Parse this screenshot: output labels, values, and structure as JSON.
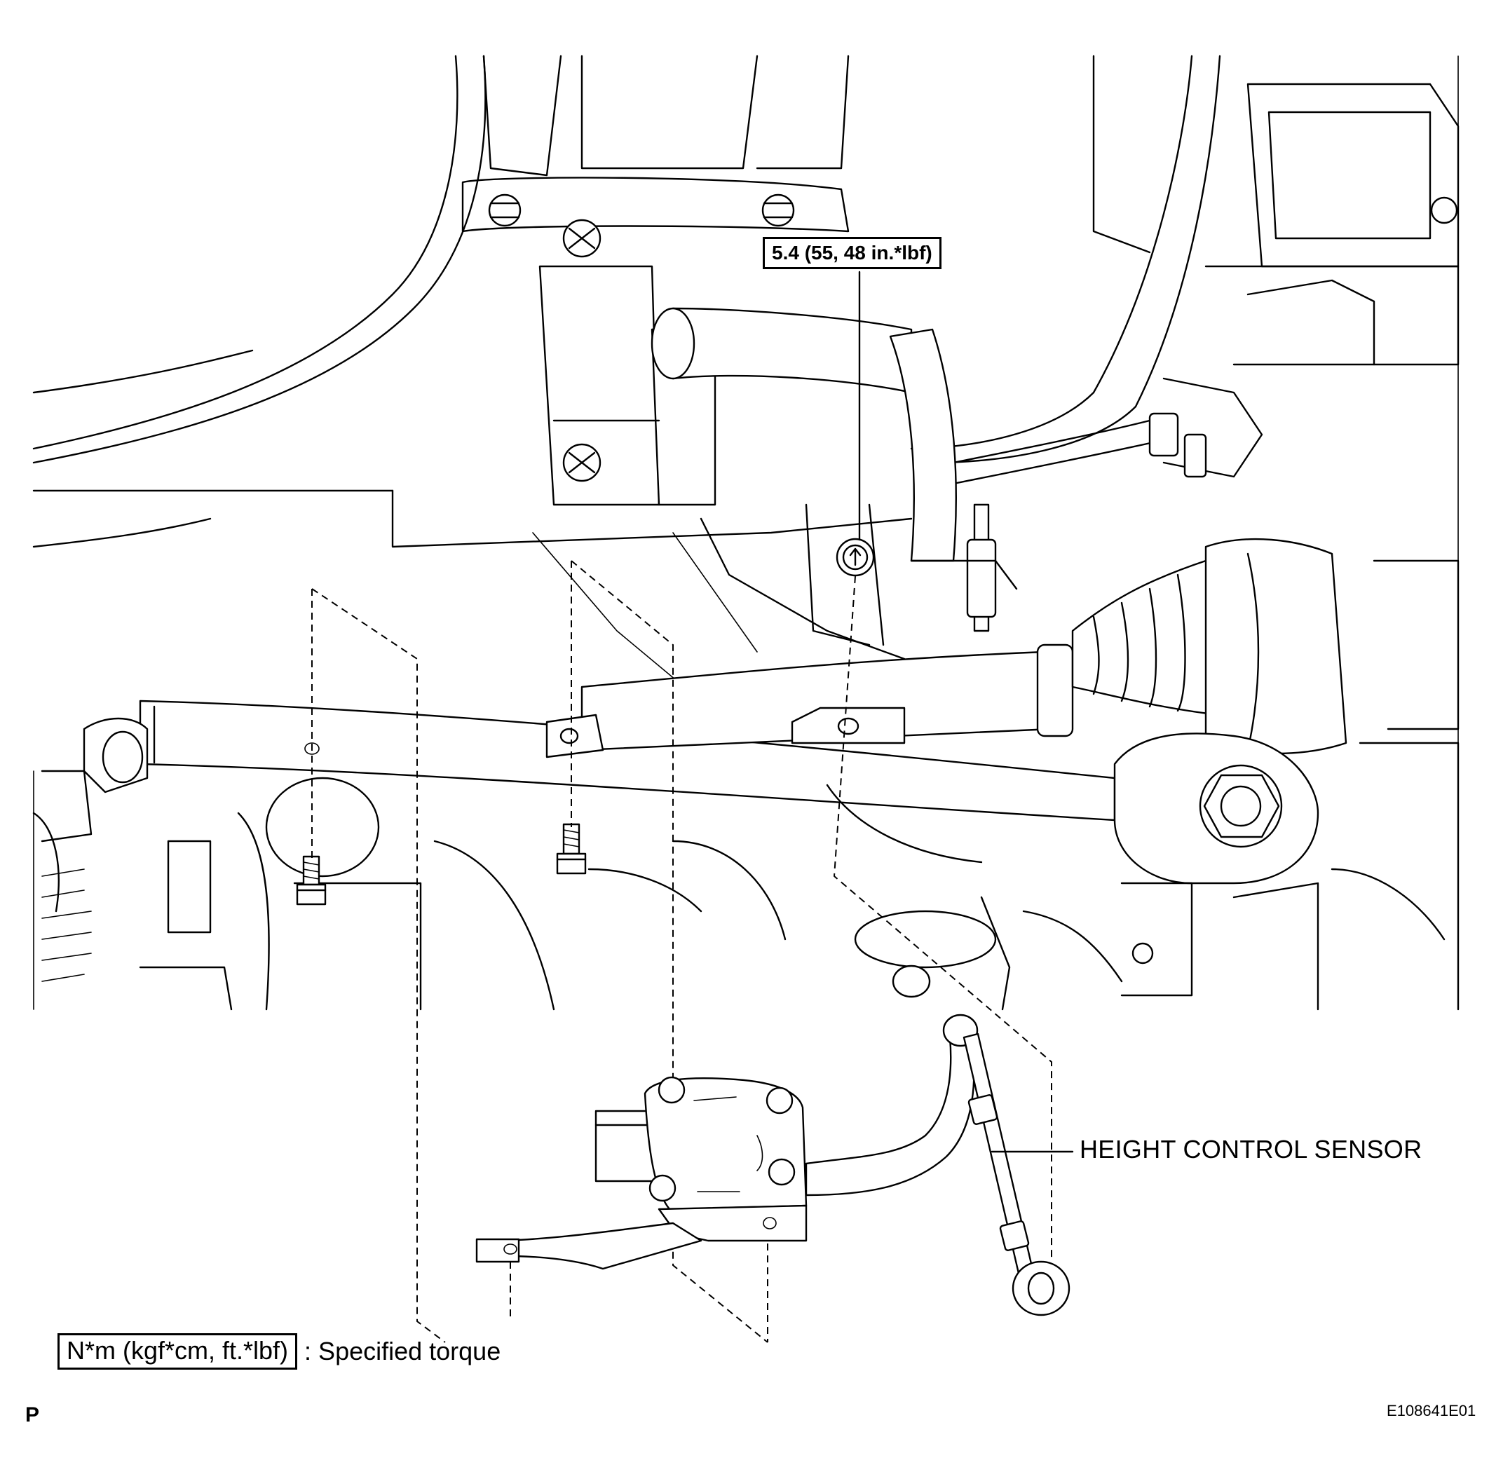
{
  "torque_callout": "5.4 (55, 48 in.*lbf)",
  "part_label": "HEIGHT CONTROL SENSOR",
  "legend": {
    "unit_box": "N*m (kgf*cm, ft.*lbf)",
    "description": ": Specified torque"
  },
  "corner_code": "P",
  "figure_id": "E108641E01"
}
